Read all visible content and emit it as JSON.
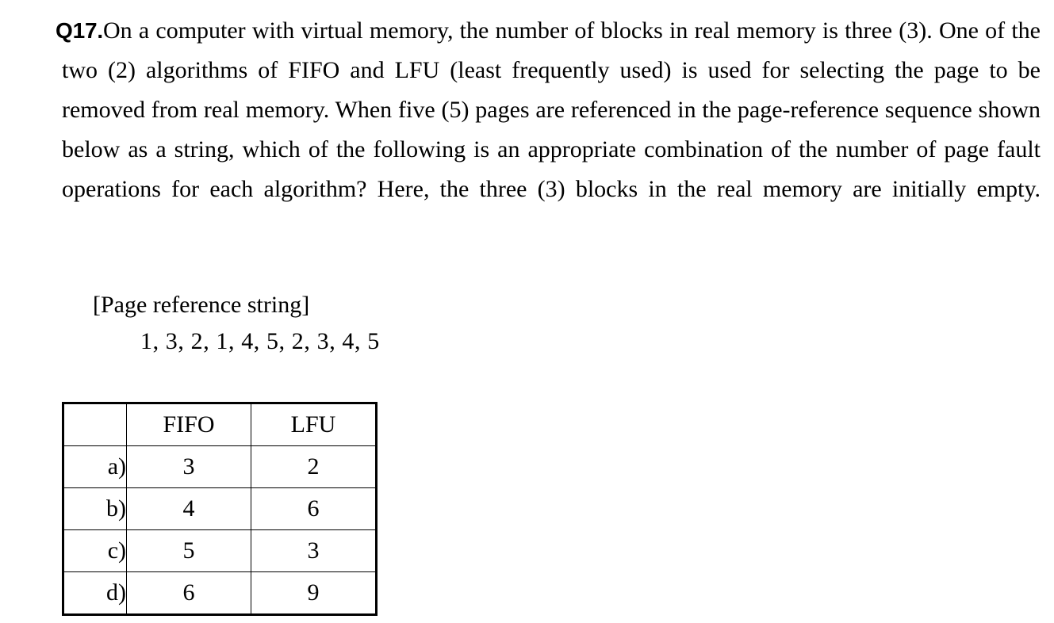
{
  "question": {
    "number_label": "Q17.",
    "body": "On a computer with virtual memory, the number of blocks in real memory is three (3). One of the two (2) algorithms of FIFO and LFU (least frequently used) is used for selecting the page to be removed from real memory. When five (5) pages are referenced in the page-reference sequence shown below as a string, which of the following is an appropriate combination of the number of page fault operations for each algorithm? Here, the three (3) blocks in the real memory are initially empty."
  },
  "reference": {
    "heading": "[Page reference string]",
    "string": "1, 3, 2, 1, 4, 5, 2, 3, 4, 5"
  },
  "answer_table": {
    "corner_header": "",
    "headers": [
      "FIFO",
      "LFU"
    ],
    "rows": [
      {
        "label": "a)",
        "fifo": "3",
        "lfu": "2"
      },
      {
        "label": "b)",
        "fifo": "4",
        "lfu": "6"
      },
      {
        "label": "c)",
        "fifo": "5",
        "lfu": "3"
      },
      {
        "label": "d)",
        "fifo": "6",
        "lfu": "9"
      }
    ]
  },
  "colors": {
    "background": "#ffffff",
    "text": "#000000",
    "table_border": "#000000"
  }
}
